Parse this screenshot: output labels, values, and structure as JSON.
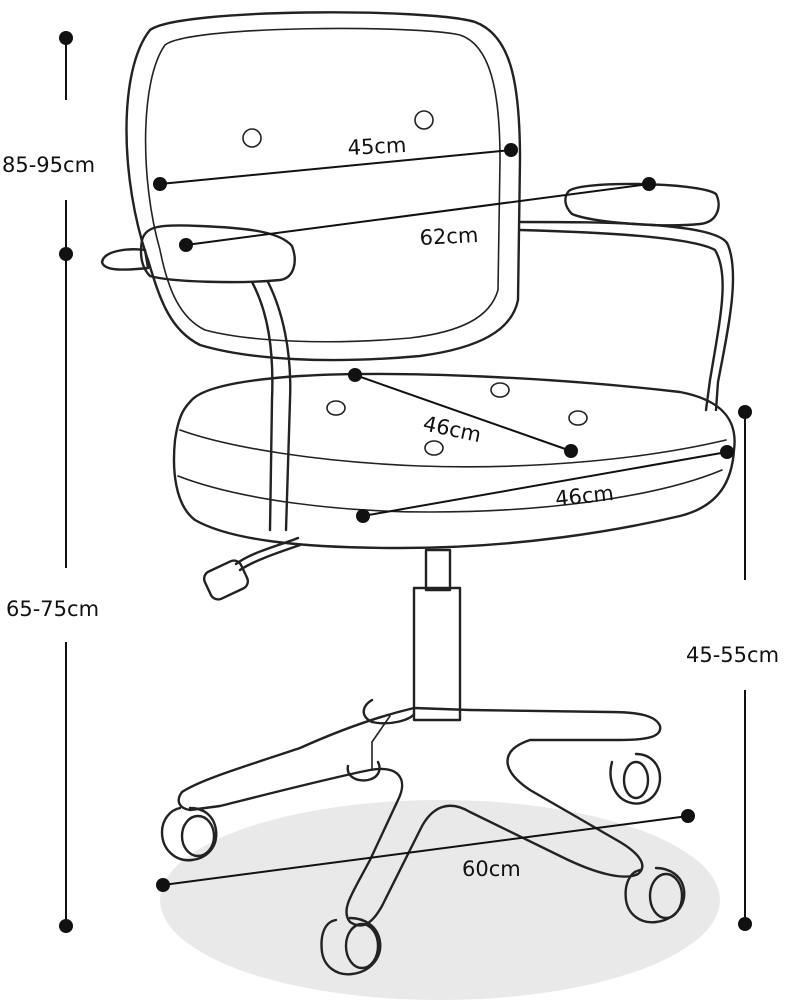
{
  "dimensions": {
    "backrest_width": "45cm",
    "armrest_width": "62cm",
    "seat_depth": "46cm",
    "seat_width": "46cm",
    "base_diameter": "60cm",
    "total_height": "85-95cm",
    "armrest_height": "65-75cm",
    "seat_height": "45-55cm"
  },
  "colors": {
    "line": "#222222",
    "shadow": "#e9e9e9"
  }
}
